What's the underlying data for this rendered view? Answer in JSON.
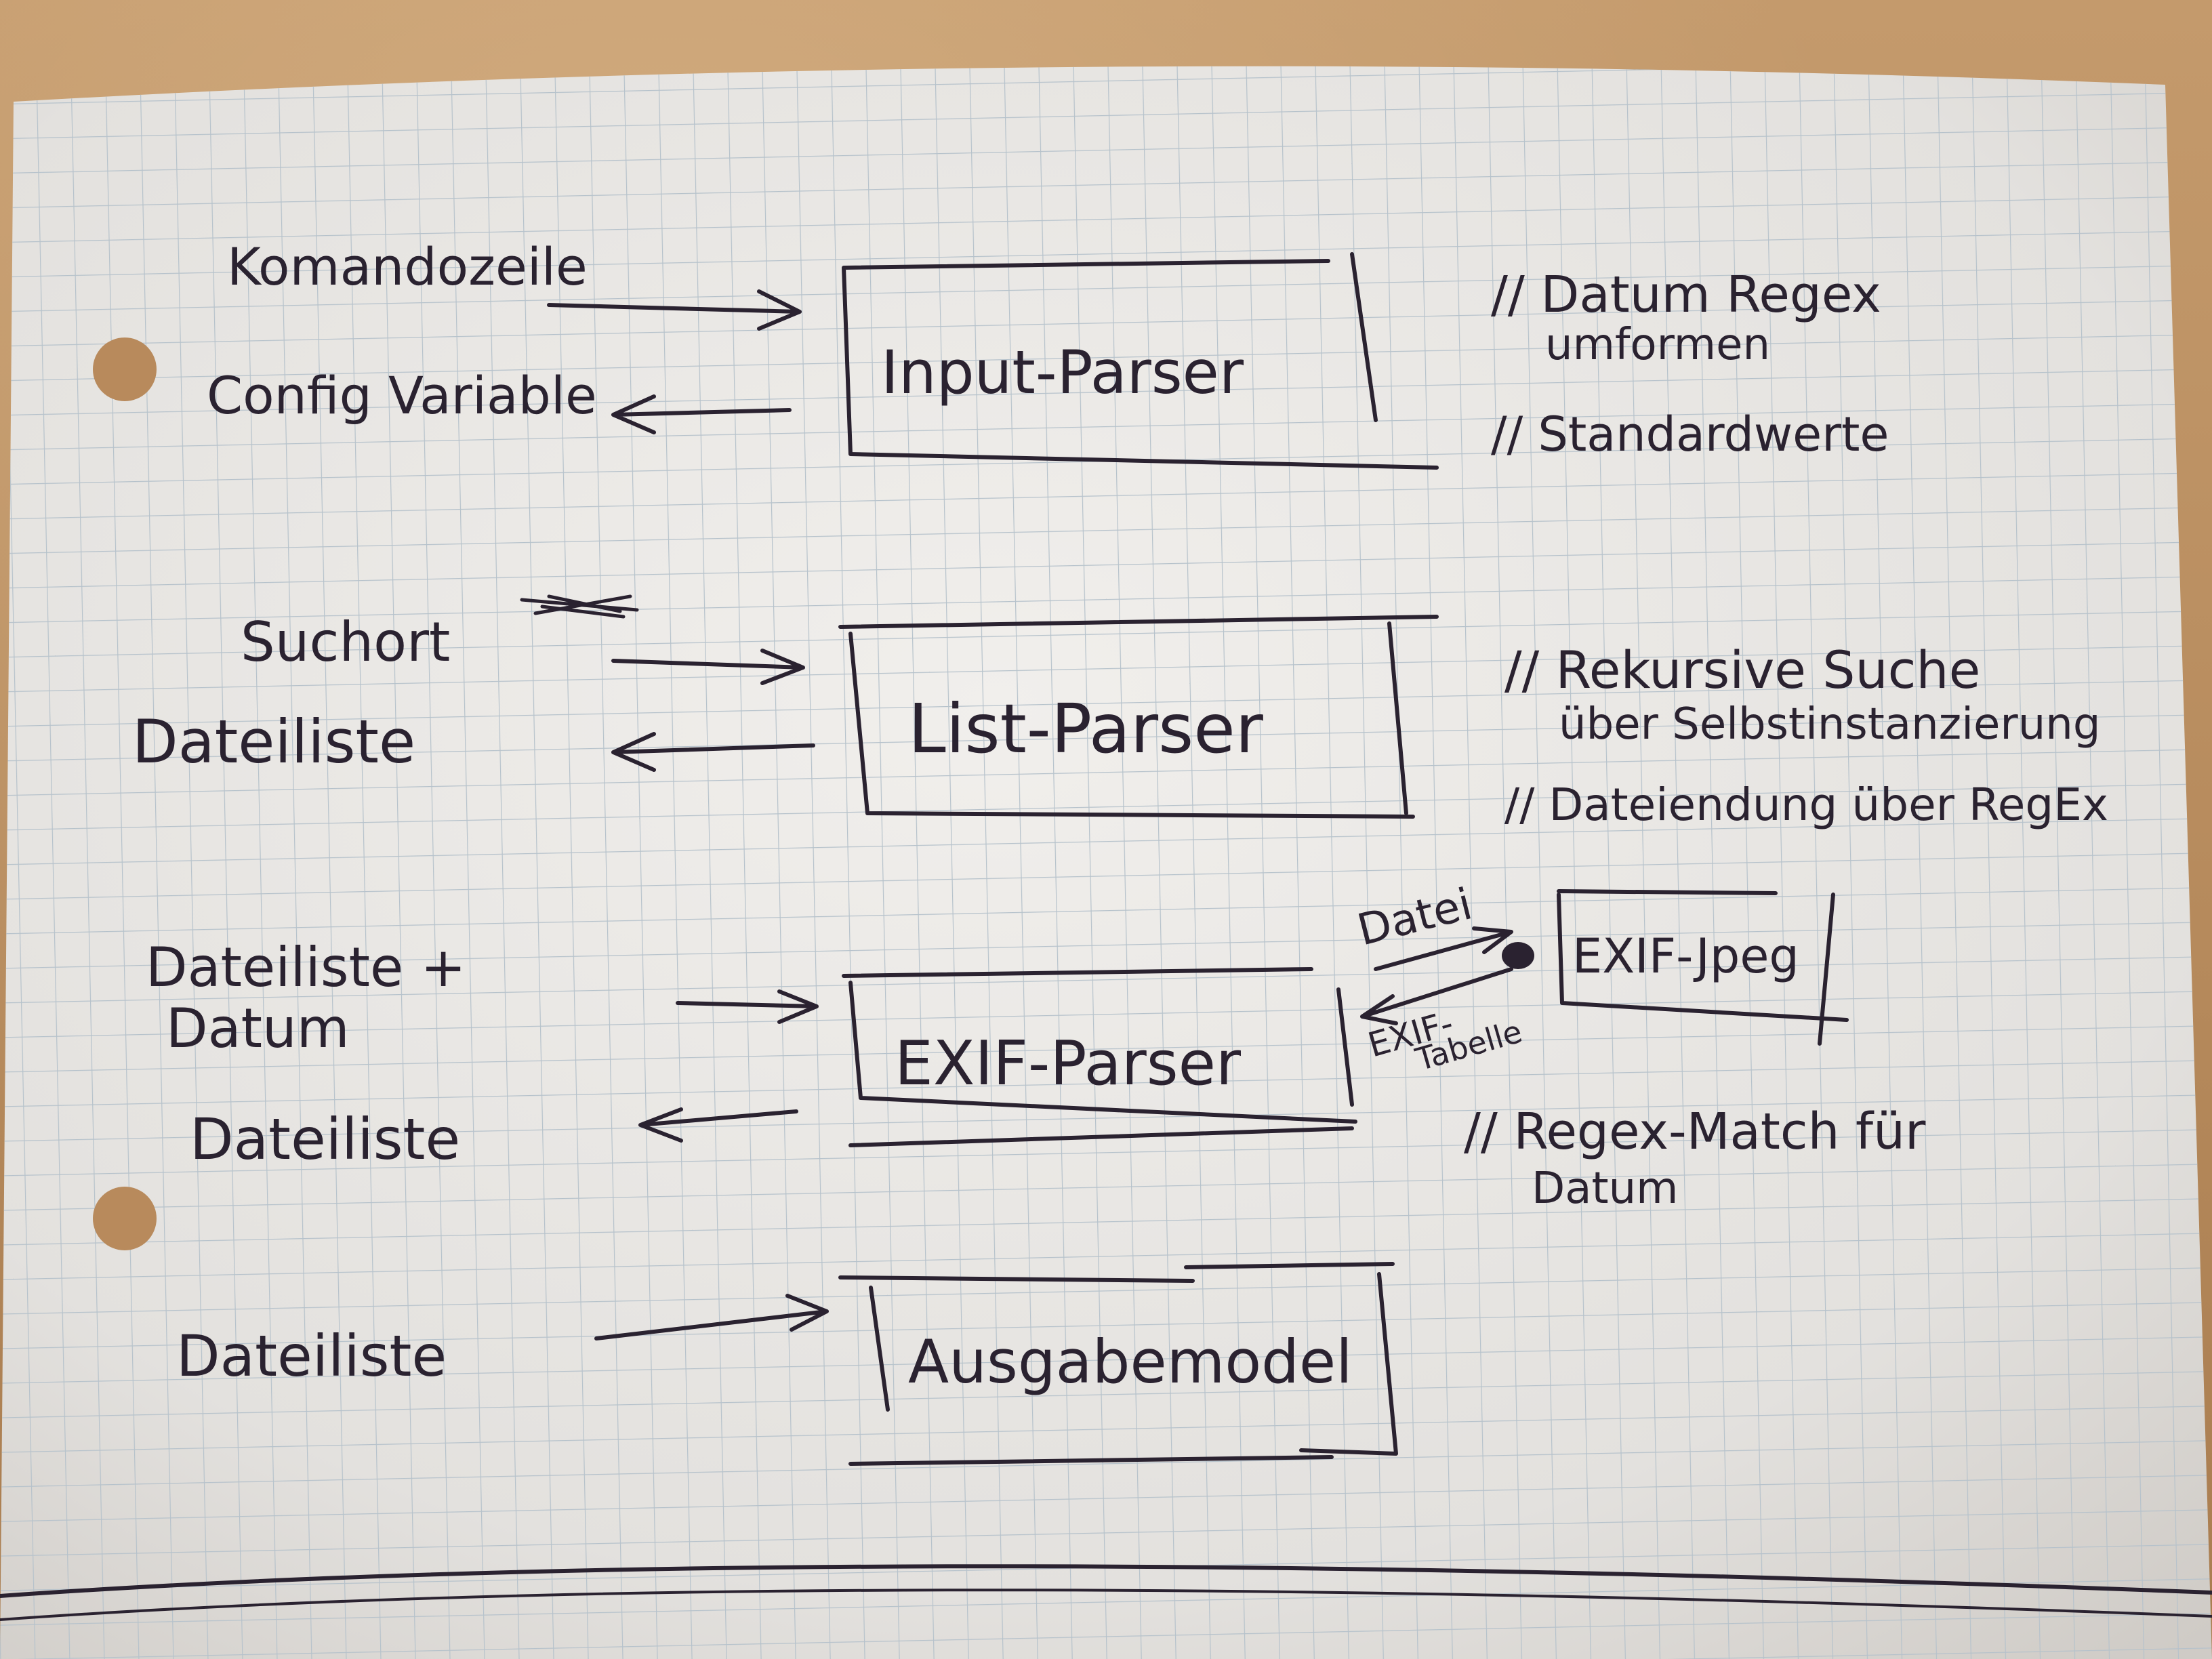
{
  "diagram": {
    "colors": {
      "ink": "#2a2230",
      "paper": "#eceae8",
      "grid": "#b8c4cc",
      "desk": "#b88c5e"
    },
    "stages": [
      {
        "name": "Input-Parser",
        "inputs": [
          "Komandozeile"
        ],
        "outputs": [
          "Config Variable"
        ],
        "notes": [
          "// Datum Regex umformen",
          "// Standardwerte"
        ]
      },
      {
        "name": "List-Parser",
        "inputs": [
          "Suchort"
        ],
        "outputs": [
          "Dateiliste"
        ],
        "notes": [
          "// Rekursive Suche über Selbstinstanzierung",
          "// Dateiendung über RegEx"
        ]
      },
      {
        "name": "EXIF-Parser",
        "inputs": [
          "Dateiliste + Datum"
        ],
        "outputs": [
          "Dateiliste"
        ],
        "helper": {
          "name": "EXIF-Jpeg",
          "send_label": "Datei",
          "return_label": "EXIF-Tabelle"
        },
        "notes": [
          "// Regex-Match für Datum"
        ]
      },
      {
        "name": "Ausgabemodel",
        "inputs": [
          "Dateiliste"
        ],
        "outputs": [],
        "notes": []
      }
    ],
    "labels": {
      "input_komandozeile": "Komandozeile",
      "output_config": "Config Variable",
      "box_input_parser": "Input-Parser",
      "note_datum_regex_1": "// Datum Regex",
      "note_datum_regex_2": "umformen",
      "note_standardwerte": "// Standardwerte",
      "input_suchort": "Suchort",
      "output_dateiliste_list": "Dateiliste",
      "box_list_parser": "List-Parser",
      "note_rekursive_1": "// Rekursive Suche",
      "note_rekursive_2": "über Selbstinstanzierung",
      "note_dateiendung": "// Dateiendung über RegEx",
      "input_dateiliste_datum_1": "Dateiliste +",
      "input_dateiliste_datum_2": "Datum",
      "output_dateiliste_exif": "Dateiliste",
      "box_exif_parser": "EXIF-Parser",
      "label_datei": "Datei",
      "box_exif_jpeg": "EXIF-Jpeg",
      "label_exif_tabelle_1": "EXIF-",
      "label_exif_tabelle_2": "Tabelle",
      "note_regex_match_1": "// Regex-Match  für",
      "note_regex_match_2": "Datum",
      "input_dateiliste_ausgabe": "Dateiliste",
      "box_ausgabemodel": "Ausgabemodel"
    }
  }
}
